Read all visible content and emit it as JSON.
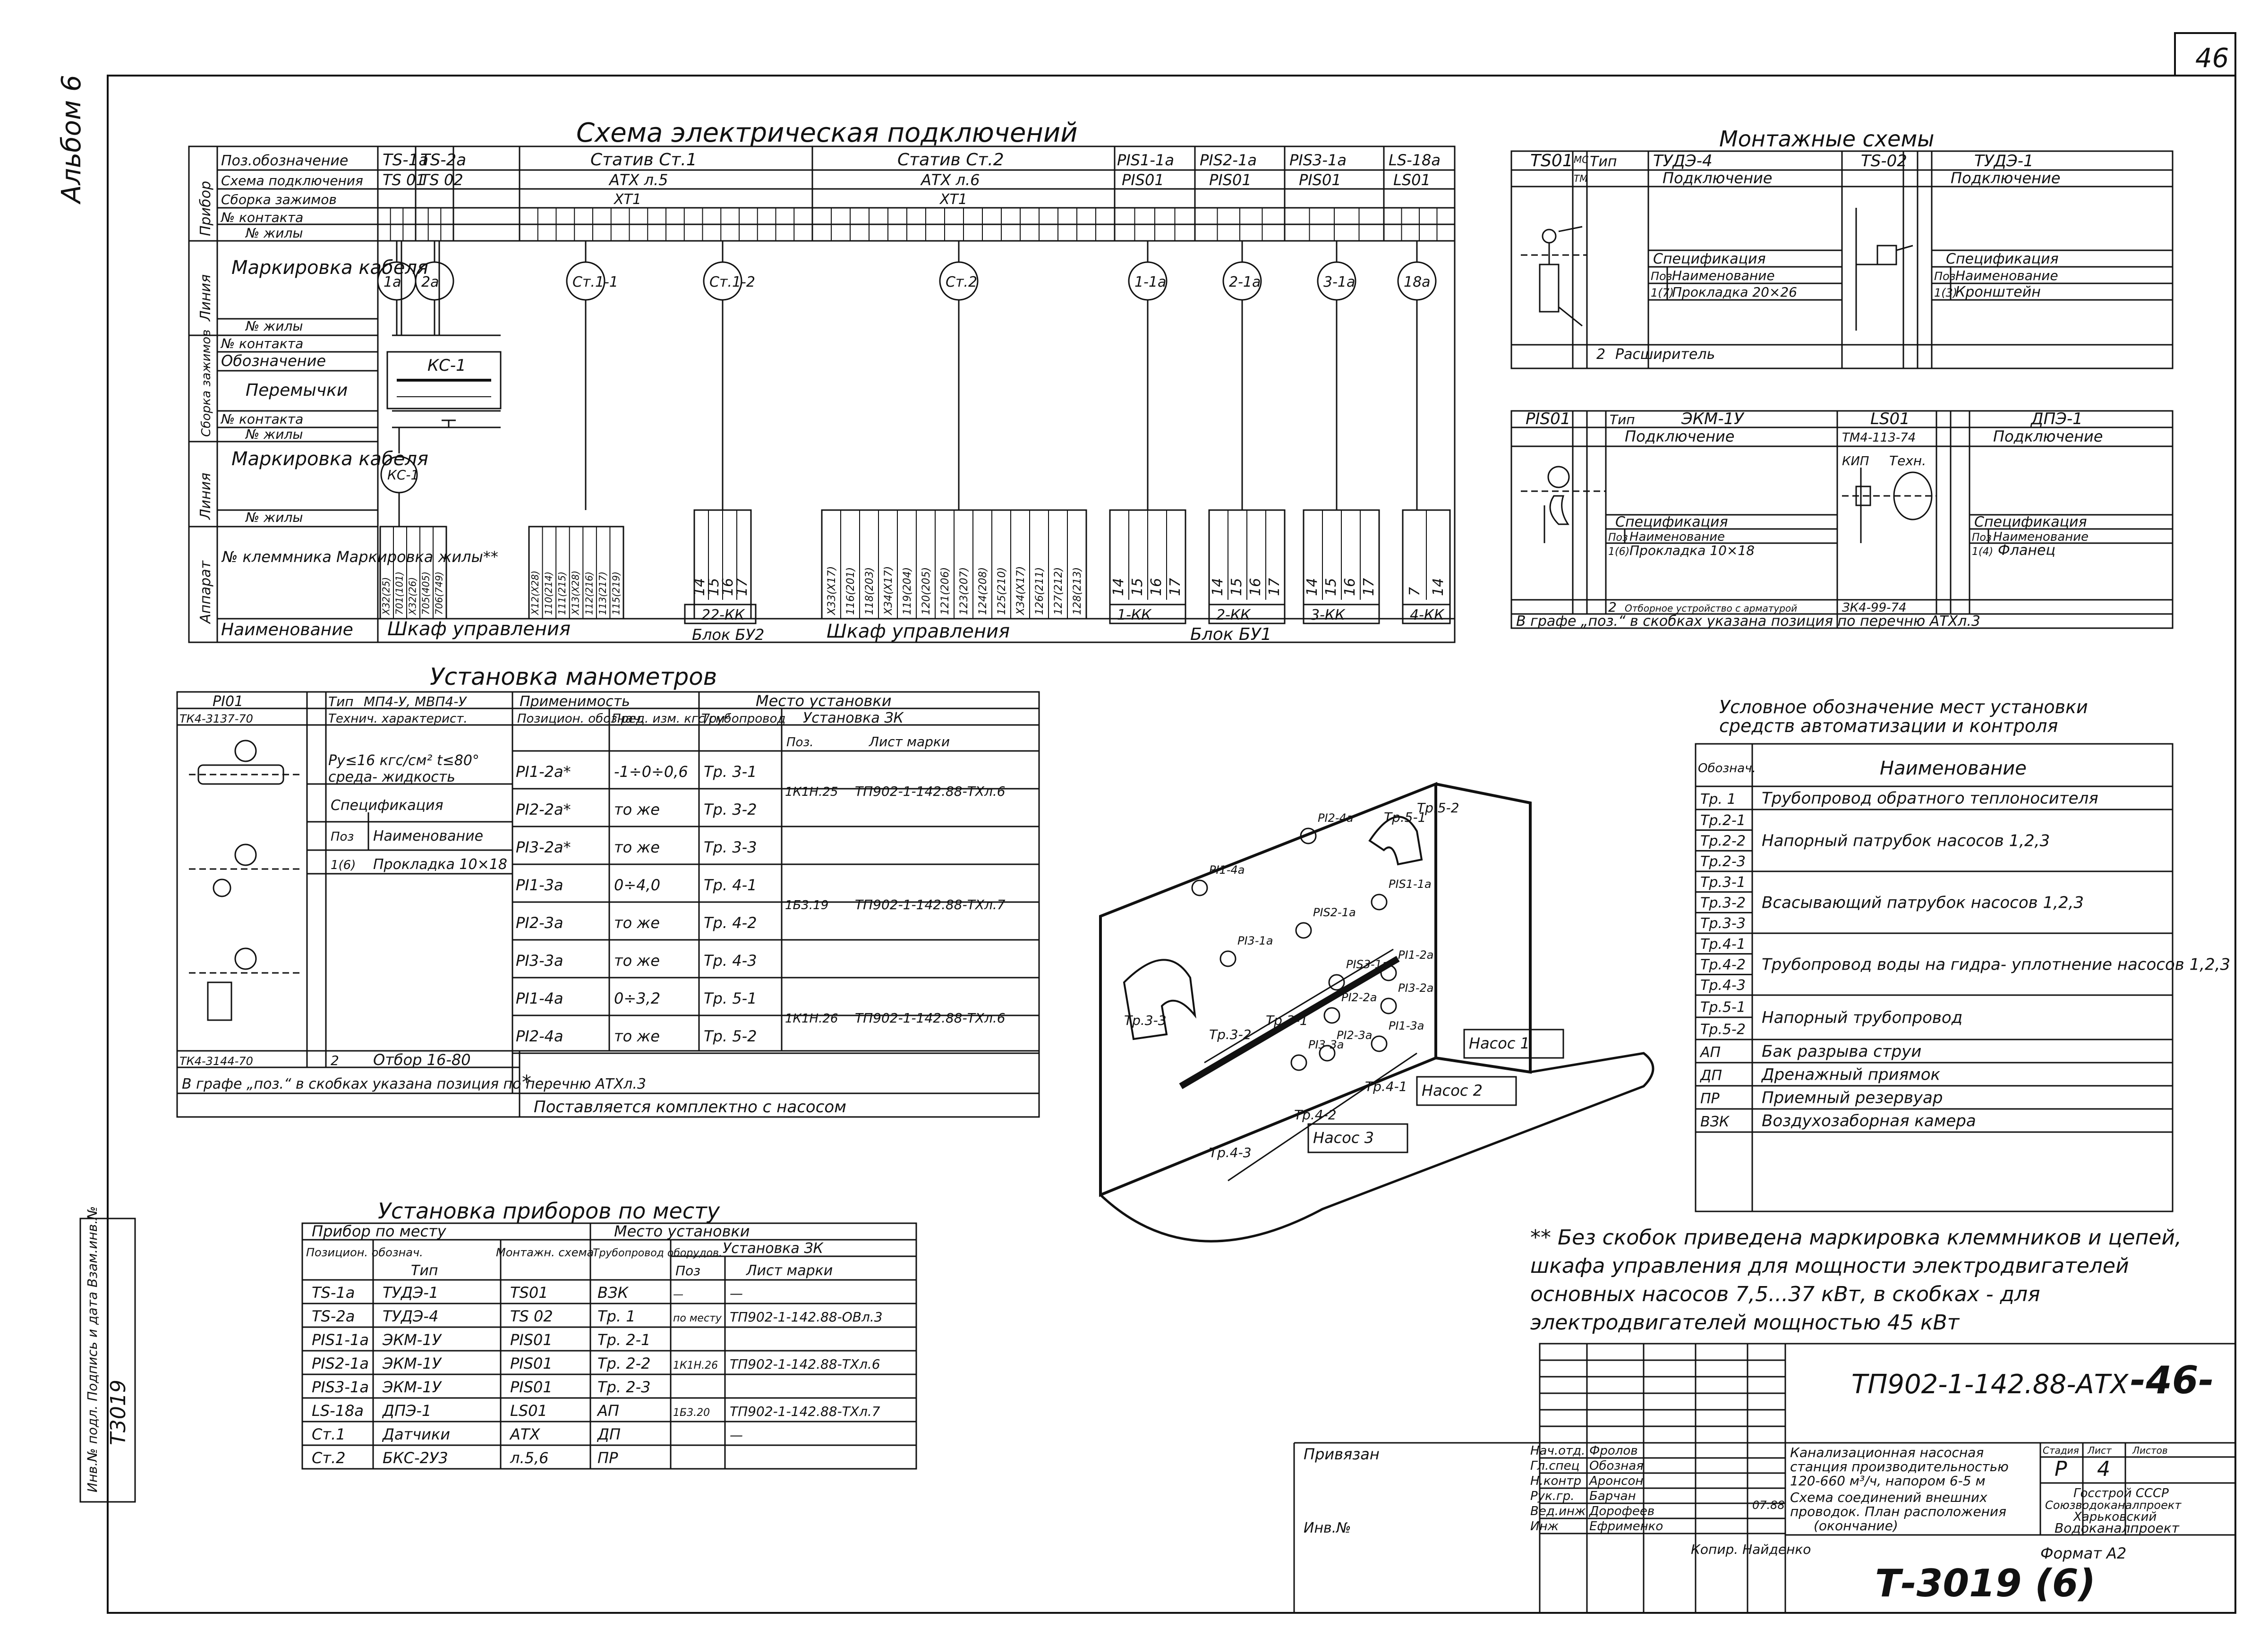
{
  "sheet_number": "46",
  "album": "Альбом 6",
  "side_stamp": "Т3019",
  "side_label": "Инв.№ подл. Подпись и дата Взам.инв.№",
  "wiring": {
    "title": "Схема электрическая подключений",
    "row_labels": [
      "Поз.обозначение",
      "Схема подключения",
      "Сборка зажимов",
      "№ контакта",
      "№ жилы",
      "Маркировка кабеля",
      "№ жилы",
      "№ контакта",
      "Обозначение",
      "Перемычки",
      "№ контакта",
      "№ жилы",
      "Маркировка кабеля",
      "№ жилы",
      "№ клеммника Маркировка жилы**",
      "Наименование"
    ],
    "group_labels": [
      "Прибор",
      "Линия",
      "Сборка зажимов",
      "Линия",
      "Аппарат"
    ],
    "columns": [
      {
        "pos": "TS-1а",
        "scheme": "TS 01",
        "cable": "1а"
      },
      {
        "pos": "TS-2а",
        "scheme": "TS 02",
        "cable": "2а"
      },
      {
        "pos": "Статив Ст.1",
        "scheme": "АТХ л.5",
        "block": "ХТ1",
        "cable": "Ст.1-1"
      },
      {
        "pos": "",
        "scheme": "",
        "block": "",
        "cable": "Ст.1-2"
      },
      {
        "pos": "Статив Ст.2",
        "scheme": "АТХ л.6",
        "block": "ХТ1",
        "cable": "Ст.2"
      },
      {
        "pos": "PIS1-1а",
        "scheme": "PIS01",
        "cable": "1-1а"
      },
      {
        "pos": "PIS2-1а",
        "scheme": "PIS01",
        "cable": "2-1а"
      },
      {
        "pos": "PIS3-1а",
        "scheme": "PIS01",
        "cable": "3-1а"
      },
      {
        "pos": "LS-18а",
        "scheme": "LS01",
        "cable": "18а"
      }
    ],
    "terminal_box": "КС-1",
    "terminal_cable": "КС-1",
    "left_terminals": [
      "Х32(25)",
      "701(101)",
      "Х32(26)",
      "705(405)",
      "706(749)"
    ],
    "st1_terminals": [
      "Х12(Х28)",
      "110(214)",
      "111(215)",
      "Х13(Х28)",
      "112(216)",
      "113(217)",
      "115(219)"
    ],
    "st2_terminals": [
      "Х33(Х17)",
      "116(201)",
      "118(203)",
      "Х34(Х17)",
      "119(204)",
      "120(205)",
      "121(206)",
      "123(207)",
      "124(208)",
      "125(210)",
      "Х34(Х17)",
      "126(211)",
      "127(212)",
      "128(213)"
    ],
    "blocks": [
      {
        "label": "22-КК",
        "pins": [
          "14",
          "15",
          "16",
          "17"
        ]
      },
      {
        "label": "1-КК",
        "pins": [
          "14",
          "15",
          "16",
          "17"
        ]
      },
      {
        "label": "2-КК",
        "pins": [
          "14",
          "15",
          "16",
          "17"
        ]
      },
      {
        "label": "3-КК",
        "pins": [
          "14",
          "15",
          "16",
          "17"
        ]
      },
      {
        "label": "4-КК",
        "pins": [
          "7",
          "14"
        ]
      }
    ],
    "cabinet_1": "Шкаф управления",
    "cabinet_2": "Шкаф управления",
    "block_bu2": "Блок БУ2",
    "block_bu1": "Блок БУ1"
  },
  "mounting": {
    "title": "Монтажные схемы",
    "ts01": {
      "pos": "TS01",
      "mark_mc": "МС",
      "mark_tm": "ТМ",
      "type_label": "Тип",
      "type": "ТУДЭ-4",
      "conn": "Подключение",
      "spec": "Спецификация",
      "col_pos": "Поз",
      "col_name": "Наименование",
      "row1_pos": "1(7)",
      "row1_name": "Прокладка 20×26",
      "row2_pos": "2",
      "row2_name": "Расширитель"
    },
    "ts02": {
      "pos": "TS-02",
      "type": "ТУДЭ-1",
      "conn": "Подключение",
      "spec": "Спецификация",
      "col_pos": "Поз",
      "col_name": "Наименование",
      "row1_pos": "1(3)",
      "row1_name": "Кронштейн"
    },
    "pis01": {
      "pos": "PIS01",
      "type": "ЭКМ-1У",
      "conn": "Подключение",
      "spec": "Спецификация",
      "col_pos": "Поз",
      "col_name": "Наименование",
      "row1_pos": "1(6)",
      "row1_name": "Прокладка 10×18",
      "row2_pos": "2",
      "row2_name": "Отборное устройство с арматурой",
      "row2_ref": "ЗК4-99-74"
    },
    "ls01": {
      "pos": "LS01",
      "subtitle": "ТМ4-113-74",
      "type": "ДПЭ-1",
      "conn": "Подключение",
      "spec": "Спецификация",
      "col_pos": "Поз",
      "col_name": "Наименование",
      "row1_pos": "1(4)",
      "row1_name": "Фланец",
      "kip": "КИП",
      "tech": "Техн."
    },
    "note": "В графе „поз.“ в скобках указана позиция по перечню АТХл.3"
  },
  "manometers": {
    "title": "Установка манометров",
    "code_top": "ТК4-3137-70",
    "code_bottom": "ТК4-3144-70",
    "pos_label": "PI01",
    "type_label": "Тип",
    "type_value": "МП4-У, МВП4-У",
    "headers": [
      "Применимость",
      "Место установки",
      "Технич. характерист.",
      "Позицион. обознач.",
      "Пред. изм. кгс/см²",
      "Трубопровод",
      "Установка ЗК",
      "Поз.",
      "Лист марки"
    ],
    "char_line1": "Ру≤16 кгс/см² t≤80°",
    "char_line2": "среда- жидкость",
    "spec_label": "Спецификация",
    "pos_col": "Поз",
    "name_col": "Наименование",
    "spec_row1": "1(6)",
    "spec_row1_name": "Прокладка 10×18",
    "spec_row2": "2",
    "spec_row2_name": "Отбор 16-80",
    "rows": [
      {
        "pos": "PI1-2а*",
        "range": "-1÷0÷0,6",
        "pipe": "Тр. 3-1",
        "inst": "1К1Н.25",
        "sheet": "ТП902-1-142.88-ТХл.6"
      },
      {
        "pos": "PI2-2а*",
        "range": "то же",
        "pipe": "Тр. 3-2",
        "inst": "",
        "sheet": ""
      },
      {
        "pos": "PI3-2а*",
        "range": "то же",
        "pipe": "Тр. 3-3",
        "inst": "",
        "sheet": ""
      },
      {
        "pos": "PI1-3а",
        "range": "0÷4,0",
        "pipe": "Тр. 4-1",
        "inst": "1Б3.19",
        "sheet": "ТП902-1-142.88-ТХл.7"
      },
      {
        "pos": "PI2-3а",
        "range": "то же",
        "pipe": "Тр. 4-2",
        "inst": "",
        "sheet": ""
      },
      {
        "pos": "PI3-3а",
        "range": "то же",
        "pipe": "Тр. 4-3",
        "inst": "",
        "sheet": ""
      },
      {
        "pos": "PI1-4а",
        "range": "0÷3,2",
        "pipe": "Тр. 5-1",
        "inst": "1К1Н.26",
        "sheet": "ТП902-1-142.88-ТХл.6"
      },
      {
        "pos": "PI2-4а",
        "range": "то же",
        "pipe": "Тр. 5-2",
        "inst": "",
        "sheet": ""
      }
    ],
    "footnote_left": "В графе „поз.“ в скобках указана позиция по перечню АТХл.3",
    "footnote_star": "*",
    "footnote_right": "Поставляется комплектно с насосом"
  },
  "devices": {
    "title": "Установка приборов по месту",
    "headers": [
      "Прибор по месту",
      "Место установки",
      "Позицион. обознач.",
      "Тип",
      "Монтажн. схема",
      "Трубопровод оборудов.",
      "Установка ЗК",
      "Поз",
      "Лист марки"
    ],
    "rows": [
      {
        "pos": "TS-1а",
        "type": "ТУДЭ-1",
        "scheme": "TS01",
        "pipe": "ВЗК",
        "inst": "—",
        "sheet": "—"
      },
      {
        "pos": "TS-2а",
        "type": "ТУДЭ-4",
        "scheme": "TS 02",
        "pipe": "Тр. 1",
        "inst": "по месту",
        "sheet": "ТП902-1-142.88-ОВл.3"
      },
      {
        "pos": "PIS1-1а",
        "type": "ЭКМ-1У",
        "scheme": "PIS01",
        "pipe": "Тр. 2-1",
        "inst": "",
        "sheet": ""
      },
      {
        "pos": "PIS2-1а",
        "type": "ЭКМ-1У",
        "scheme": "PIS01",
        "pipe": "Тр. 2-2",
        "inst": "1К1Н.26",
        "sheet": "ТП902-1-142.88-ТХл.6"
      },
      {
        "pos": "PIS3-1а",
        "type": "ЭКМ-1У",
        "scheme": "PIS01",
        "pipe": "Тр. 2-3",
        "inst": "",
        "sheet": ""
      },
      {
        "pos": "LS-18а",
        "type": "ДПЭ-1",
        "scheme": "LS01",
        "pipe": "АП",
        "inst": "1Б3.20",
        "sheet": "ТП902-1-142.88-ТХл.7"
      },
      {
        "pos": "Ст.1",
        "type": "Датчики",
        "scheme": "АТХ",
        "pipe": "ДП",
        "inst": "",
        "sheet": "—"
      },
      {
        "pos": "Ст.2",
        "type": "БКС-2У3",
        "scheme": "л.5,6",
        "pipe": "ПР",
        "inst": "",
        "sheet": ""
      }
    ]
  },
  "iso": {
    "pipes": [
      "Тр.5-1",
      "Тр.5-2",
      "Тр.3-3",
      "Тр.3-2",
      "Тр.3-1",
      "Тр.4-3",
      "Тр.4-2",
      "Тр.4-1"
    ],
    "instruments": [
      "PI1-4а",
      "PI2-4а",
      "PI3-1а",
      "PIS2-1а",
      "PIS1-1а",
      "PIS3-1а",
      "PI3-2а",
      "PI2-2а",
      "PI1-2а",
      "PI3-3а",
      "PI2-3а",
      "PI1-3а"
    ],
    "pumps": [
      "Насос 1",
      "Насос 2",
      "Насос 3"
    ]
  },
  "legend": {
    "title_line1": "Условное обозначение мест установки",
    "title_line2": "средств автоматизации и контроля",
    "col_code": "Обознач.",
    "col_name": "Наименование",
    "rows": [
      {
        "codes": [
          "Тр. 1"
        ],
        "name": "Трубопровод обратного теплоносителя"
      },
      {
        "codes": [
          "Тр.2-1",
          "Тр.2-2",
          "Тр.2-3"
        ],
        "name": "Напорный патрубок насосов 1,2,3"
      },
      {
        "codes": [
          "Тр.3-1",
          "Тр.3-2",
          "Тр.3-3"
        ],
        "name": "Всасывающий патрубок насосов 1,2,3"
      },
      {
        "codes": [
          "Тр.4-1",
          "Тр.4-2",
          "Тр.4-3"
        ],
        "name": "Трубопровод воды на гидра- уплотнение насосов 1,2,3"
      },
      {
        "codes": [
          "Тр.5-1",
          "Тр.5-2"
        ],
        "name": "Напорный трубопровод"
      },
      {
        "codes": [
          "АП"
        ],
        "name": "Бак разрыва струи"
      },
      {
        "codes": [
          "ДП"
        ],
        "name": "Дренажный приямок"
      },
      {
        "codes": [
          "ПР"
        ],
        "name": "Приемный резервуар"
      },
      {
        "codes": [
          "ВЗК"
        ],
        "name": "Воздухозаборная камера"
      }
    ]
  },
  "note": {
    "line1": "** Без скобок приведена маркировка клеммников и цепей,",
    "line2": "шкафа управления для мощности электродвигателей",
    "line3": "основных насосов 7,5...37 кВт, в скобках - для",
    "line4": "электродвигателей мощностью 45 кВт"
  },
  "title_block": {
    "code": "ТП902-1-142.88-АТХ",
    "sheet": "-46-",
    "privyazan": "Привязан",
    "inv": "Инв.№",
    "roles": [
      "Нач.отд.",
      "Гл.спец",
      "Н.контр",
      "Рук.гр.",
      "Вед.инж",
      "Инж"
    ],
    "names": [
      "Фролов",
      "Обозная",
      "Аронсон",
      "Барчан",
      "Дорофеев",
      "Ефрименко"
    ],
    "date": "07.88",
    "desc": [
      "Канализационная насосная",
      "станция производительностью",
      "120-660 м³/ч, напором 6-5 м",
      "Схема соединений внешних",
      "проводок. План расположения",
      "(окончание)"
    ],
    "stage_label": "Стадия",
    "sheet_label": "Лист",
    "sheets_label": "Листов",
    "stage": "Р",
    "sheet_no": "4",
    "org": [
      "Госстрой СССР",
      "Союзводоканалпроект",
      "Харьковский",
      "Водоканалпроект"
    ],
    "copied": "Копир. Найденко",
    "stamp": "Т-3019 (6)",
    "format": "Формат А2"
  }
}
